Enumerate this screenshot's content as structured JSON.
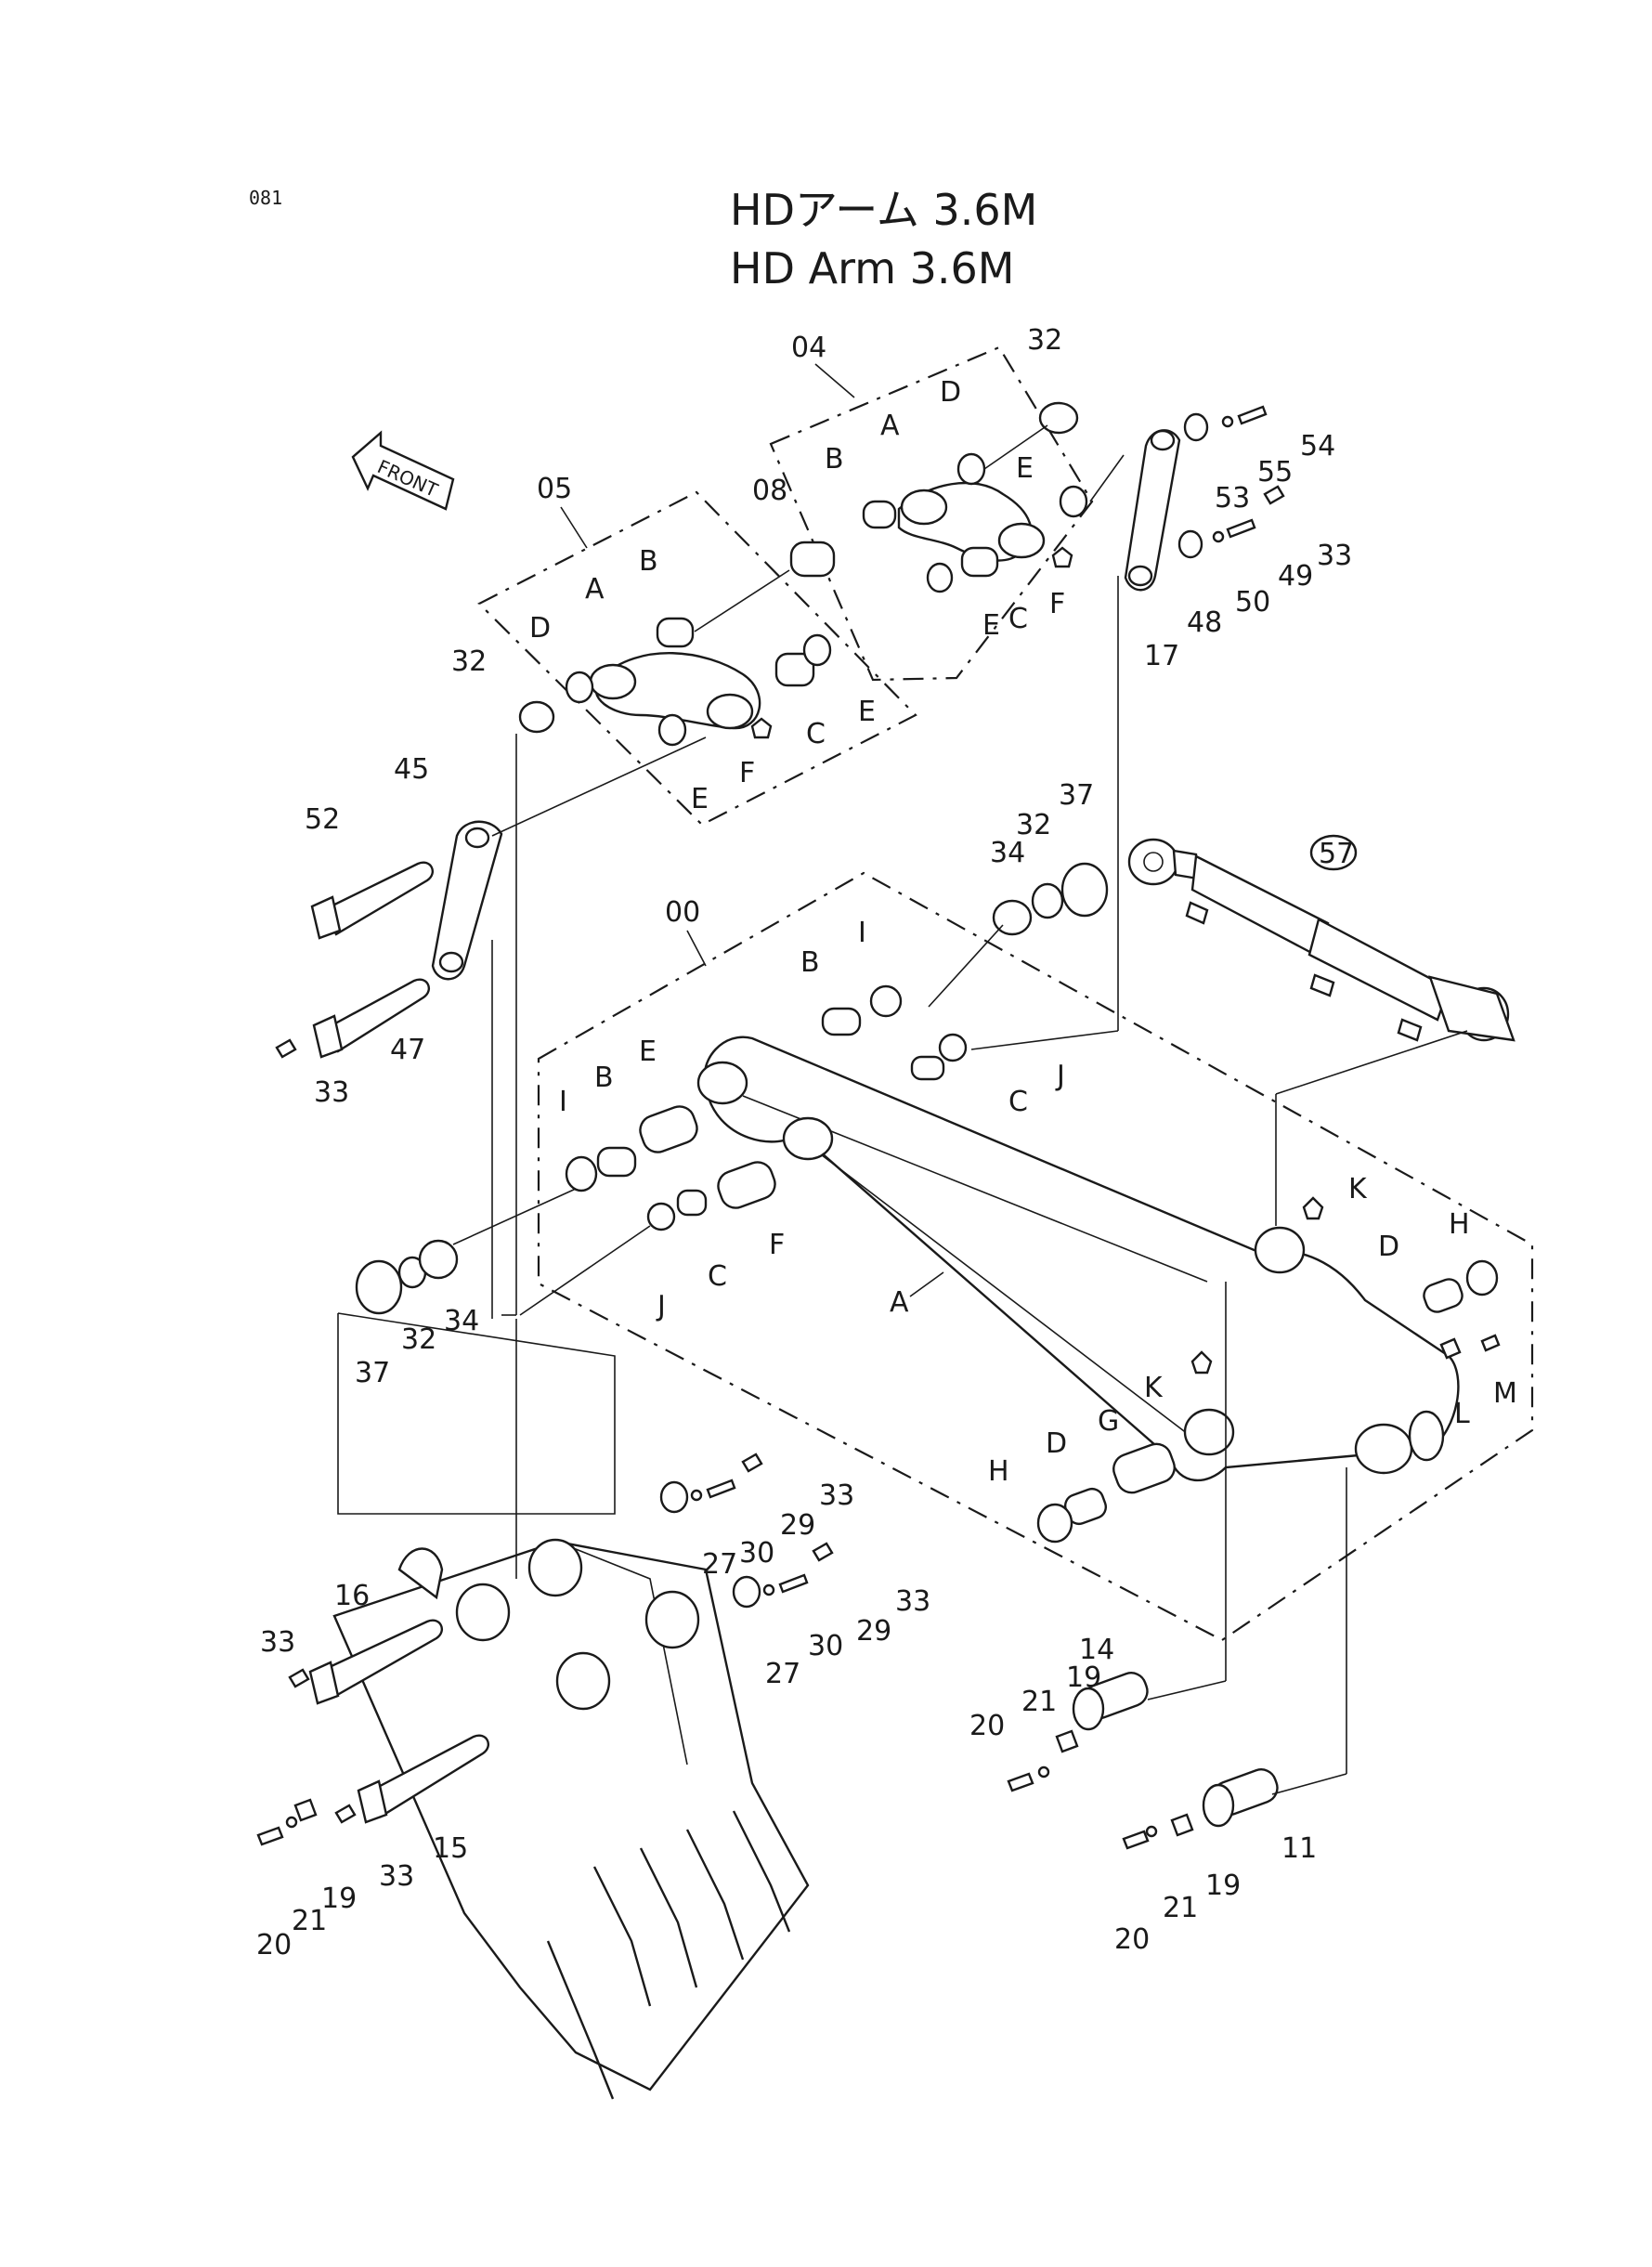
{
  "page_number": "081",
  "title_jp": "HDアーム 3.6M",
  "title_en": "HD  Arm  3.6M",
  "front_label": "FRONT",
  "group_labels": [
    "04",
    "05",
    "00",
    "57"
  ],
  "callouts": {
    "c04": "04",
    "c32a": "32",
    "c54": "54",
    "c55": "55",
    "c53": "53",
    "c33a": "33",
    "c49": "49",
    "c50": "50",
    "c48": "48",
    "c17": "17",
    "c04A": "A",
    "c04B": "B",
    "c04D": "D",
    "c04E1": "E",
    "c04E2": "E",
    "c04C": "C",
    "c04F": "F",
    "c05": "05",
    "c08": "08",
    "c05A": "A",
    "c05B": "B",
    "c05D": "D",
    "c05C": "C",
    "c05E1": "E",
    "c05E2": "E",
    "c05F": "F",
    "c32b": "32",
    "c45": "45",
    "c52": "52",
    "c47": "47",
    "c33b": "33",
    "c00": "00",
    "c34a": "34",
    "c32c": "32",
    "c37a": "37",
    "c57": "57",
    "c00B1": "B",
    "c00I1": "I",
    "c00J1": "J",
    "c00C1": "C",
    "c00I2": "I",
    "c00B2": "B",
    "c00E": "E",
    "c00J2": "J",
    "c00C2": "C",
    "c00F": "F",
    "c00A": "A",
    "c37b": "37",
    "c32d": "32",
    "c34b": "34",
    "c00K1": "K",
    "c00D1": "D",
    "c00H1": "H",
    "c00L": "L",
    "c00M": "M",
    "c00K2": "K",
    "c00G": "G",
    "c00D2": "D",
    "c00H2": "H",
    "c33c": "33",
    "c29a": "29",
    "c30a": "30",
    "c27a": "27",
    "c33d": "33",
    "c29b": "29",
    "c30b": "30",
    "c27b": "27",
    "c16": "16",
    "c33e": "33",
    "c15": "15",
    "c33f": "33",
    "c19a": "19",
    "c21a": "21",
    "c20a": "20",
    "c14": "14",
    "c19b": "19",
    "c21b": "21",
    "c20b": "20",
    "c11": "11",
    "c19c": "19",
    "c21c": "21",
    "c20c": "20"
  }
}
